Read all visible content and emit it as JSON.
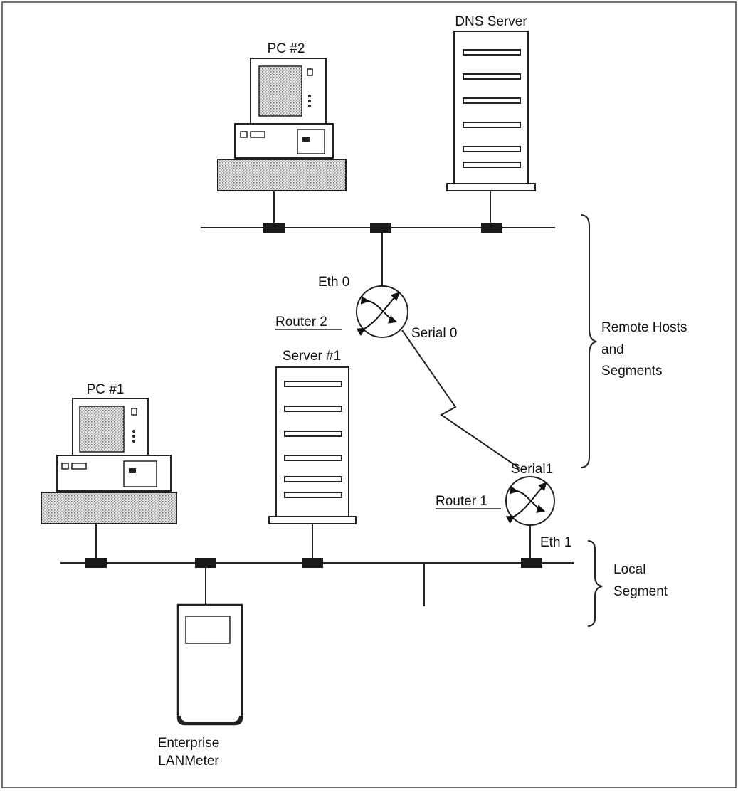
{
  "devices": {
    "pc2": {
      "label": "PC #2"
    },
    "pc1": {
      "label": "PC #1"
    },
    "dns_server": {
      "label": "DNS Server"
    },
    "server1": {
      "label": "Server #1"
    },
    "router2": {
      "label": "Router 2"
    },
    "router1": {
      "label": "Router 1"
    },
    "lanmeter": {
      "label_line1": "Enterprise",
      "label_line2": "LANMeter"
    }
  },
  "interfaces": {
    "eth0": "Eth 0",
    "serial0": "Serial 0",
    "serial1": "Serial1",
    "eth1": "Eth 1"
  },
  "groups": {
    "remote": {
      "line1": "Remote Hosts",
      "line2": "and",
      "line3": "Segments"
    },
    "local": {
      "line1": "Local",
      "line2": "Segment"
    }
  }
}
